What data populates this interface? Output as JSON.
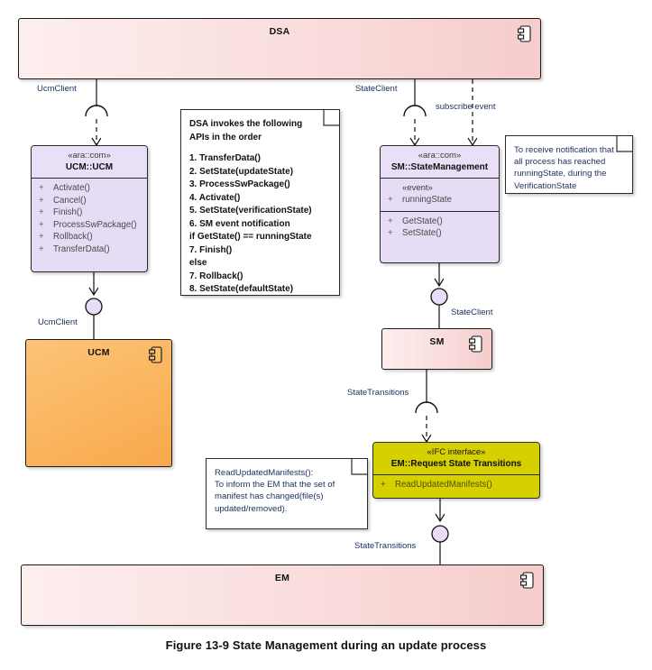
{
  "figure": {
    "caption": "Figure 13-9 State Management during an update process"
  },
  "components": {
    "dsa": {
      "name": "DSA",
      "icon": "component-icon"
    },
    "ucm": {
      "name": "UCM",
      "icon": "component-icon",
      "color": "#f8a84a"
    },
    "sm": {
      "name": "SM",
      "icon": "component-icon"
    },
    "em": {
      "name": "EM",
      "icon": "component-icon"
    }
  },
  "classes": {
    "ucm_ucm": {
      "stereotype": "«ara::com»",
      "name": "UCM::UCM",
      "operations": [
        {
          "visibility": "+",
          "label": "Activate()"
        },
        {
          "visibility": "+",
          "label": "Cancel()"
        },
        {
          "visibility": "+",
          "label": "Finish()"
        },
        {
          "visibility": "+",
          "label": "ProcessSwPackage()"
        },
        {
          "visibility": "+",
          "label": "Rollback()"
        },
        {
          "visibility": "+",
          "label": "TransferData()"
        }
      ]
    },
    "sm_statemanagement": {
      "stereotype": "«ara::com»",
      "name": "SM::StateManagement",
      "event_stereotype": "«event»",
      "attributes": [
        {
          "visibility": "+",
          "label": "runningState"
        }
      ],
      "operations": [
        {
          "visibility": "+",
          "label": "GetState()"
        },
        {
          "visibility": "+",
          "label": "SetState()"
        }
      ]
    },
    "em_request_state_transitions": {
      "stereotype": "«IFC interface»",
      "name": "EM::Request State Transitions",
      "operations": [
        {
          "visibility": "+",
          "label": "ReadUpdatedManifests()"
        }
      ]
    }
  },
  "notes": {
    "api_order": {
      "lines": [
        "DSA invokes the following",
        "APIs in the order",
        "",
        "1. TransferData()",
        "2. SetState(updateState)",
        "3. ProcessSwPackage()",
        "4. Activate()",
        "5. SetState(verificationState)",
        "6. SM event notification",
        "if GetState() == runningState",
        "7. Finish()",
        "else",
        "7. Rollback()",
        "8. SetState(defaultState)"
      ]
    },
    "subscribe_note": {
      "lines": [
        "To receive notification that",
        "all process has reached",
        "runningState, during the",
        "VerificationState"
      ]
    },
    "read_manifests_note": {
      "lines": [
        "ReadUpdatedManifests():",
        "To inform the EM that the set of",
        "manifest has changed(file(s)",
        "updated/removed)."
      ]
    }
  },
  "edges": {
    "ucm_client_top": "UcmClient",
    "state_client_top": "StateClient",
    "subscribe_event": "subscribe event",
    "ucm_client_bottom": "UcmClient",
    "state_client_bottom": "StateClient",
    "state_transitions_sm": "StateTransitions",
    "state_transitions_em": "StateTransitions"
  },
  "colors": {
    "component_fill_start": "#fdeeee",
    "component_fill_end": "#f6cccc",
    "ucm_fill": "#f8a84a",
    "class_fill": "#e6dcf5",
    "ifc_fill": "#d6d000",
    "note_text": "#1b2f5e",
    "stroke": "#1a1a1a",
    "lollipop_fill": "#e6dcf5"
  }
}
